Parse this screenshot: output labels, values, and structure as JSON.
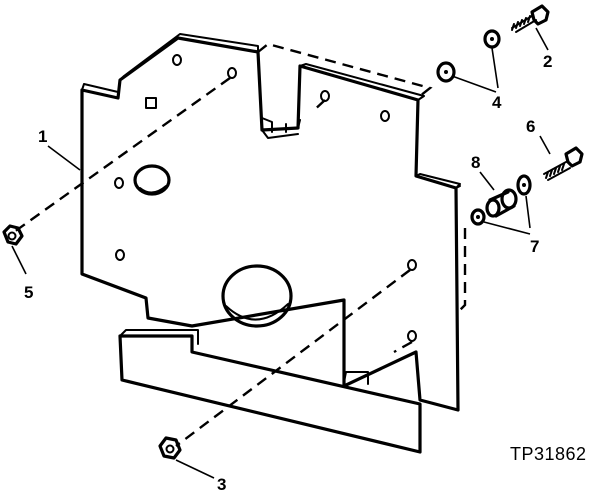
{
  "callouts": [
    {
      "id": "1",
      "text": "1"
    },
    {
      "id": "2",
      "text": "2"
    },
    {
      "id": "3",
      "text": "3"
    },
    {
      "id": "4",
      "text": "4"
    },
    {
      "id": "5",
      "text": "5"
    },
    {
      "id": "6",
      "text": "6"
    },
    {
      "id": "7",
      "text": "7"
    },
    {
      "id": "8",
      "text": "8"
    }
  ],
  "figure_id": "TP31862"
}
